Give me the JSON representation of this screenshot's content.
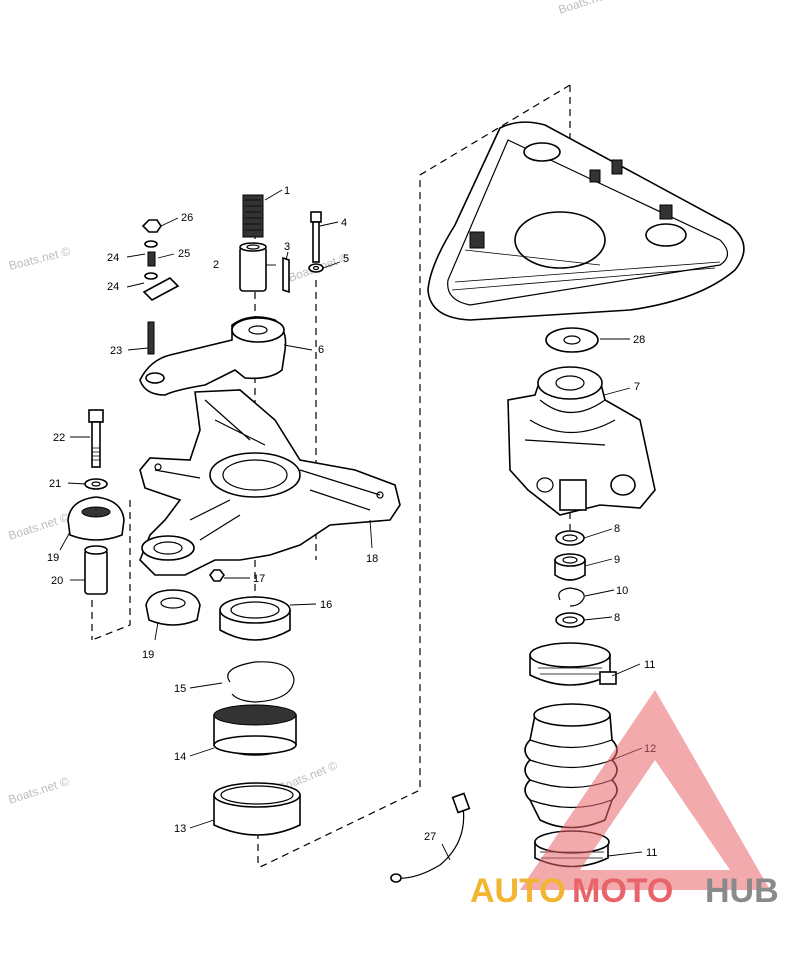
{
  "watermark": "Boats.net ©",
  "logo": {
    "part1": "AUTO",
    "part2": "MOTO",
    "part3": "HUB",
    "colors": {
      "auto": "#f2b431",
      "moto": "#e8646a",
      "hub": "#8a8a8a",
      "triangle": "#e8646a"
    }
  },
  "callouts": {
    "c1": "1",
    "c2": "2",
    "c3": "3",
    "c4": "4",
    "c5": "5",
    "c6": "6",
    "c7": "7",
    "c8a": "8",
    "c8b": "8",
    "c9": "9",
    "c10": "10",
    "c11a": "11",
    "c11b": "11",
    "c12": "12",
    "c13": "13",
    "c14": "14",
    "c15": "15",
    "c16": "16",
    "c17": "17",
    "c18": "18",
    "c19a": "19",
    "c19b": "19",
    "c20": "20",
    "c21": "21",
    "c22": "22",
    "c23": "23",
    "c24a": "24",
    "c24b": "24",
    "c25": "25",
    "c26": "26",
    "c27": "27",
    "c28": "28"
  }
}
